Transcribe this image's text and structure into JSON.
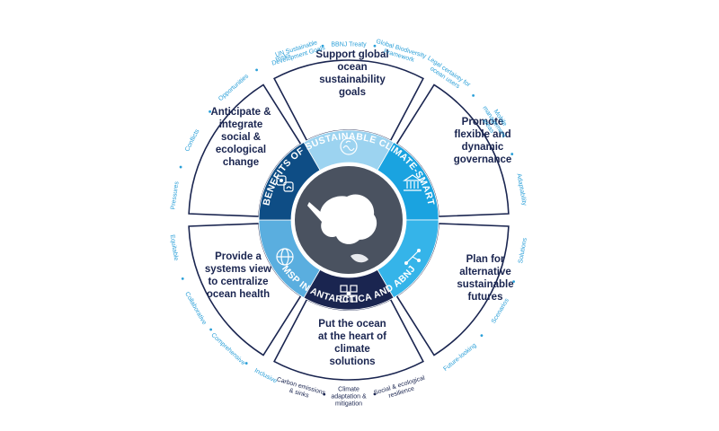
{
  "center": {
    "ring_top": "BENEFITS OF SUSTAINABLE CLIMATE-SMART",
    "ring_bottom": "MSP IN ANTARCTICA AND ABNJ"
  },
  "segments": [
    {
      "id": "global",
      "title": [
        "Support global",
        "ocean",
        "sustainability",
        "goals"
      ],
      "icon": "ocean-wave-icon",
      "tags": [
        {
          "lines": [
            "UN Sustainable",
            "Development Goals"
          ]
        },
        {
          "lines": [
            "BBNJ Treaty"
          ]
        },
        {
          "lines": [
            "Global Biodiversity",
            "Framework"
          ]
        }
      ]
    },
    {
      "id": "governance",
      "title": [
        "Promote",
        "flexible and",
        "dynamic",
        "governance"
      ],
      "icon": "government-building-icon",
      "tags": [
        {
          "lines": [
            "Legal certainty for",
            "ocean users"
          ]
        },
        {
          "lines": [
            "Mobile",
            "management",
            "areas"
          ]
        },
        {
          "lines": [
            "Adaptability"
          ]
        }
      ]
    },
    {
      "id": "futures",
      "title": [
        "Plan for",
        "alternative",
        "sustainable",
        "futures"
      ],
      "icon": "branching-paths-icon",
      "tags": [
        {
          "lines": [
            "Solutions"
          ]
        },
        {
          "lines": [
            "Scenarios"
          ]
        },
        {
          "lines": [
            "Future-looking"
          ]
        }
      ]
    },
    {
      "id": "climate",
      "title": [
        "Put the ocean",
        "at the heart of",
        "climate",
        "solutions"
      ],
      "icon": "climate-cycle-icon",
      "tags": [
        {
          "lines": [
            "Carbon emissions",
            "& sinks"
          ]
        },
        {
          "lines": [
            "Climate",
            "adaptation &",
            "mitigation"
          ]
        },
        {
          "lines": [
            "Social & ecological",
            "resilience"
          ]
        }
      ]
    },
    {
      "id": "systems",
      "title": [
        "Provide a",
        "systems view",
        "to centralize",
        "ocean health"
      ],
      "icon": "globe-network-icon",
      "tags": [
        {
          "lines": [
            "Equitable"
          ]
        },
        {
          "lines": [
            "Collaborative"
          ]
        },
        {
          "lines": [
            "Comprehensive"
          ]
        },
        {
          "lines": [
            "Inclusive"
          ]
        }
      ]
    },
    {
      "id": "anticipate",
      "title": [
        "Anticipate &",
        "integrate",
        "social &",
        "ecological",
        "change"
      ],
      "icon": "social-ecological-icon",
      "tags": [
        {
          "lines": [
            "Pressures"
          ]
        },
        {
          "lines": [
            "Conflicts"
          ]
        },
        {
          "lines": [
            "Opportunities"
          ]
        },
        {
          "lines": [
            "Risks"
          ]
        }
      ]
    }
  ],
  "colors": {
    "navy": "#1a2550",
    "dark_blue": "#0e4d85",
    "mid_blue": "#1f7fc2",
    "light_blue": "#5aaedf",
    "pale_blue": "#9cd3f0",
    "bright_blue": "#1aa3e0",
    "sky_blue": "#35b4e9",
    "globe": "#4a5260",
    "outline": "#1a2550",
    "tag_light": "#2a9fd8"
  }
}
